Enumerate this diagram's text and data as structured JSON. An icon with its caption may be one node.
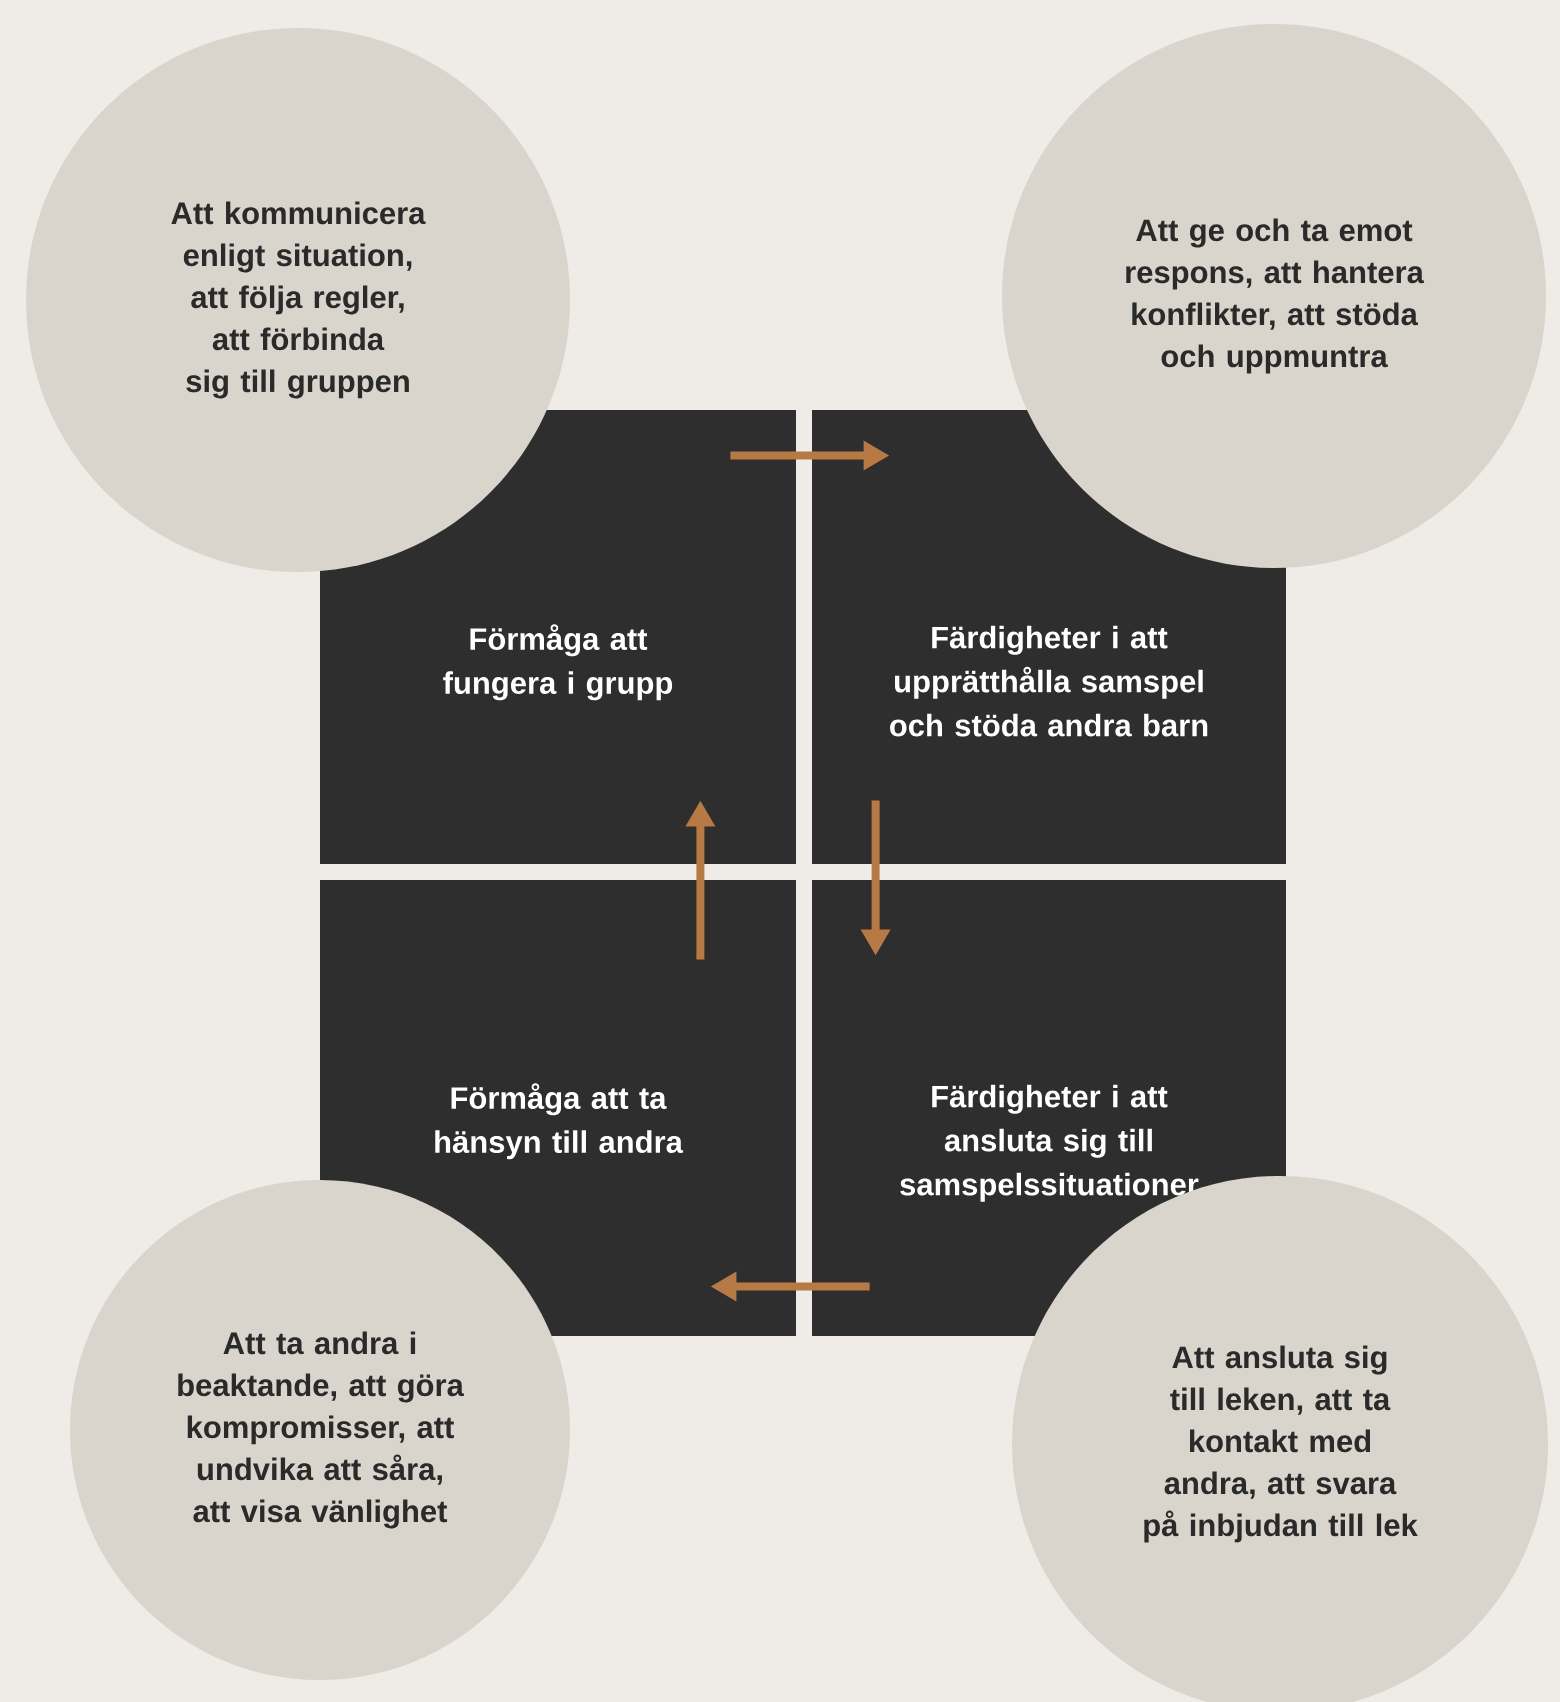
{
  "diagram": {
    "nodes": [
      {
        "text": [
          "Att kommunicera enligt situation, att följa regler, att förbinda sig till gruppen"
        ]
      },
      {
        "text": [
          "Att ge och ta emot respons, att hantera konflikter, att stöda och uppmuntra"
        ]
      },
      {
        "text": [
          "Förmåga att fungera i grupp"
        ]
      },
      {
        "text": [
          "Färdigheter i att upprätthålla samspel och stöda andra barn"
        ]
      },
      {
        "text": [
          "Förmåga att ta hänsyn till andra"
        ]
      },
      {
        "text": [
          "Färdigheter i att ansluta sig till samspelssituationer"
        ]
      },
      {
        "text": [
          "Att ta andra i beaktande, att göra kompromisser, att undvika att såra, att visa vänlighet"
        ]
      },
      {
        "text": [
          "Att ansluta sig till leken, att ta kontakt med andra, att svara på inbjudan till lek"
        ]
      }
    ],
    "edges": [
      {
        "from": 2,
        "to": 3,
        "arrow": "to"
      },
      {
        "from": 3,
        "to": 5,
        "arrow": "to"
      },
      {
        "from": 5,
        "to": 4,
        "arrow": "to"
      },
      {
        "from": 4,
        "to": 2,
        "arrow": "to"
      }
    ]
  }
}
